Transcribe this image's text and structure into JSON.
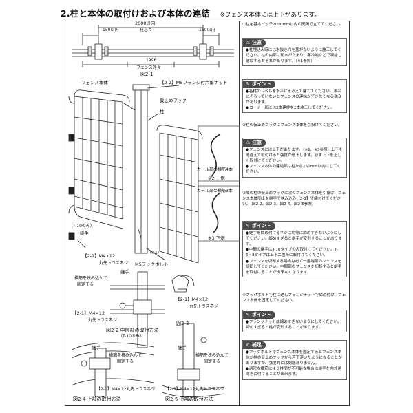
{
  "header": {
    "title": "2.柱と本体の取付けおよび本体の連結",
    "note": "※フェンス本体には上下があります。"
  },
  "fig21": {
    "dim_2000": "2000以内",
    "dim_150_left": "150以内",
    "dim_pitch": "柱芯々",
    "dim_150_right": "150以内",
    "dim_1996": "1996",
    "outer": "フェンス外々",
    "caption": "図2-1"
  },
  "fig22": {
    "ref_m5nut": "【2-2】M5フランジ付六角ナット",
    "fence_body": "フェンス本体",
    "stop_hook": "仮止めフック",
    "post": "柱",
    "t10": "（T-10のみ）",
    "clamp": "継手",
    "ref_m4": "【2-1】M4×12",
    "ref_m4_sub": "丸先トラスネジ",
    "asterisk1": "（※1）",
    "m5bolt": "M5フックボルト"
  },
  "curl": {
    "top_label": "カール部の横筋4本",
    "top_caption": "※2 上側",
    "bottom_label": "カール部の横筋3本",
    "bottom_caption": "※3 下側"
  },
  "fig_mid": {
    "clamp": "継手",
    "insert_note": "横筋を挟み込んで",
    "insert_note2": "固定する",
    "ref_m4": "【2-1】M4×12",
    "ref_m4_sub": "丸先トラスネジ",
    "caption": "図2-2 中間部の取付方法",
    "caption_sub": "（T-10のみ）",
    "ref_m4_b": "【2-1】M4×12",
    "ref_m4_b_sub": "丸先トラスネジ",
    "caption_23": "図2-3"
  },
  "fig_bottom": {
    "clamp_l": "継手",
    "clamp_r": "継手",
    "insert_l": "横筋を挟み込んで",
    "insert_l2": "固定する",
    "insert_r": "横筋を挟み込んで",
    "insert_r2": "固定する",
    "ref_l": "【2-1】M4×12丸先トラスネジ",
    "ref_r": "【2-1】M4×12丸先トラスネジ",
    "caption_24": "図2-4 上部の取付方法",
    "caption_25": "図2-5 下部の取付方法"
  },
  "right": {
    "p1": "①柱を基本ピッチ2000mm以内の間隔で立ててください。",
    "caution1_title": "注意",
    "caution1_body": "●柱埋込み時には水抜き穴を塞がないように施工してください。柱の内部に雨水がたまり、寒冷地などで凍結し破裂するおそれがあります。（※1参照）",
    "point1_title": "ポイント",
    "point1_body1": "●各柱のレベルを水平にそろえて建ててください。水平にそろっていないとフェンスの連結ができなくなる場合があります。",
    "point1_body2": "●コーナー部には2本建柱を2本施工してください。",
    "p2": "②柱の仮止めフックにフェンス本体を引掛けてください。",
    "caution2_title": "注意",
    "caution2_body": "●フェンスには上下があります。（※2、※3参照）上下を間違えて取付けると強度が低下します。必ず上下を正しく取付けてください。",
    "caution2_body2": "●フェンス本体の連結部は柱から150mm以内にしてください。",
    "p3": "③隣の柱の仮止めフックに次のフェンス本体を引掛け、フェンス本体同士を継手で挟み込み【2-1】で締付けてください。（図2-2、図2-3、図2-4、図2-5参照）",
    "point2_title": "ポイント",
    "point2_body1": "●継手を締め付けるネジは均等に締めすぎないようにしてください。締めすぎると継手が変形することがあります。",
    "point2_body2": "●中間の継手はT-10タイプのみ取付けてください。T-6・8タイプは上下二箇所に取付けてください。",
    "point2_body3": "●フェンスを切断する場合は必ず一番端部のフェンスを切断してください。中間部のフェンスを切断すると継手を取付けることが出来なくなります。",
    "p4": "④フックボルトで柱に通しフランジナットで締め付け、フェンス本体を固定してください。",
    "point3_title": "ポイント",
    "point3_body": "●フランジナットは締めすぎないようにしてください。締めすぎると柱が変形することがあります。",
    "sup_title": "補足",
    "sup_body1": "●フックボルトでフェンス本体を固定するとフェンス本体が柱の仮止めフックから若干浮いたようになることがありますが、強度的には問題ありません。",
    "sup_body2": "●過密な横筋により柱間が不可能な場合は継手を内外逆向きに付けることが出来ます。"
  }
}
